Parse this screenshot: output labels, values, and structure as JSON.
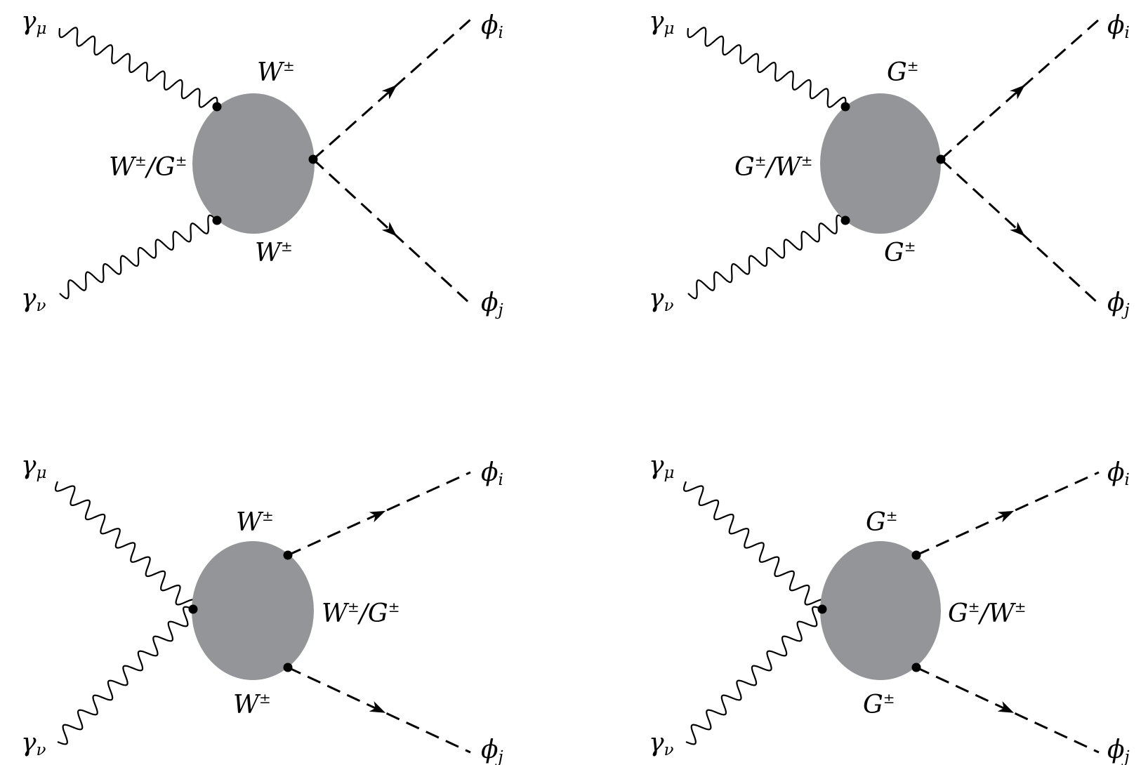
{
  "colors": {
    "blob": "#939598",
    "line": "#000000",
    "background": "#ffffff"
  },
  "diagrams": [
    {
      "id": "top-left",
      "photon_in_upper": {
        "symbol": "γ",
        "sub": "μ"
      },
      "photon_in_lower": {
        "symbol": "γ",
        "sub": "ν"
      },
      "scalar_out_upper": {
        "symbol": "ϕ",
        "sub": "i"
      },
      "scalar_out_lower": {
        "symbol": "ϕ",
        "sub": "j"
      },
      "loop_upper": {
        "sym": "W",
        "sup": "±"
      },
      "loop_lower": {
        "sym": "W",
        "sup": "±"
      },
      "loop_side": {
        "sym1": "W",
        "sup1": "±",
        "slash": "/",
        "sym2": "G",
        "sup2": "±"
      }
    },
    {
      "id": "top-right",
      "photon_in_upper": {
        "symbol": "γ",
        "sub": "μ"
      },
      "photon_in_lower": {
        "symbol": "γ",
        "sub": "ν"
      },
      "scalar_out_upper": {
        "symbol": "ϕ",
        "sub": "i"
      },
      "scalar_out_lower": {
        "symbol": "ϕ",
        "sub": "j"
      },
      "loop_upper": {
        "sym": "G",
        "sup": "±"
      },
      "loop_lower": {
        "sym": "G",
        "sup": "±"
      },
      "loop_side": {
        "sym1": "G",
        "sup1": "±",
        "slash": "/",
        "sym2": "W",
        "sup2": "±"
      }
    },
    {
      "id": "bottom-left",
      "photon_in_upper": {
        "symbol": "γ",
        "sub": "μ"
      },
      "photon_in_lower": {
        "symbol": "γ",
        "sub": "ν"
      },
      "scalar_out_upper": {
        "symbol": "ϕ",
        "sub": "i"
      },
      "scalar_out_lower": {
        "symbol": "ϕ",
        "sub": "j"
      },
      "loop_upper": {
        "sym": "W",
        "sup": "±"
      },
      "loop_lower": {
        "sym": "W",
        "sup": "±"
      },
      "loop_side": {
        "sym1": "W",
        "sup1": "±",
        "slash": "/",
        "sym2": "G",
        "sup2": "±"
      }
    },
    {
      "id": "bottom-right",
      "photon_in_upper": {
        "symbol": "γ",
        "sub": "μ"
      },
      "photon_in_lower": {
        "symbol": "γ",
        "sub": "ν"
      },
      "scalar_out_upper": {
        "symbol": "ϕ",
        "sub": "i"
      },
      "scalar_out_lower": {
        "symbol": "ϕ",
        "sub": "j"
      },
      "loop_upper": {
        "sym": "G",
        "sup": "±"
      },
      "loop_lower": {
        "sym": "G",
        "sup": "±"
      },
      "loop_side": {
        "sym1": "G",
        "sup1": "±",
        "slash": "/",
        "sym2": "W",
        "sup2": "±"
      }
    }
  ]
}
